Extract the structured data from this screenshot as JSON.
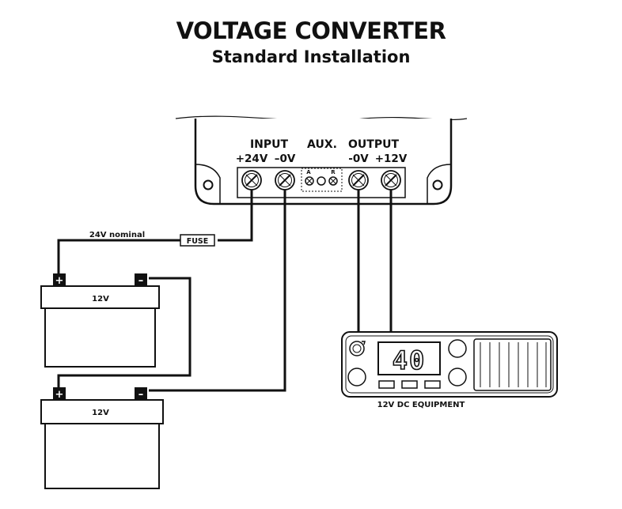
{
  "header": {
    "title": "VOLTAGE CONVERTER",
    "subtitle": "Standard Installation"
  },
  "converter": {
    "input_label": "INPUT",
    "aux_label": "AUX.",
    "output_label": "OUTPUT",
    "input_pos": "+24V",
    "input_neg": "–0V",
    "output_neg": "-0V",
    "output_pos": "+12V",
    "aux_a": "A",
    "aux_r": "R"
  },
  "wiring": {
    "nominal_label": "24V nominal",
    "fuse_label": "FUSE"
  },
  "batteries": {
    "top_label": "12V",
    "bottom_label": "12V",
    "plus": "+",
    "minus": "–"
  },
  "equipment": {
    "label": "12V DC EQUIPMENT",
    "display": "40"
  }
}
